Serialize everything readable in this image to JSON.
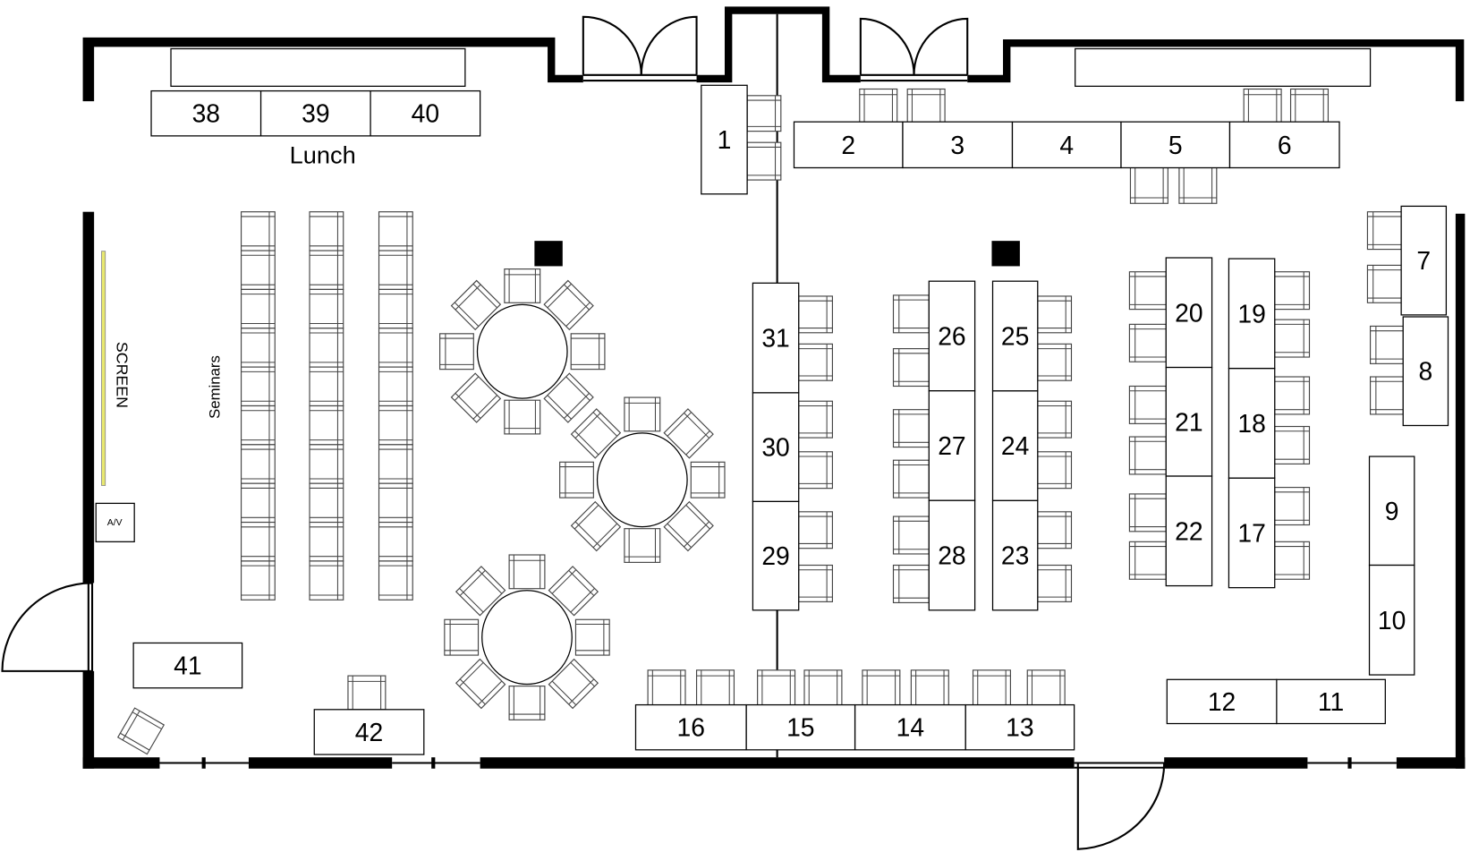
{
  "title": "Event floor plan",
  "labels": {
    "lunch": "Lunch",
    "seminars": "Seminars",
    "screen": "SCREEN",
    "av": "A/V"
  },
  "tables": [
    "1",
    "2",
    "3",
    "4",
    "5",
    "6",
    "7",
    "8",
    "9",
    "10",
    "11",
    "12",
    "13",
    "14",
    "15",
    "16",
    "17",
    "18",
    "19",
    "20",
    "21",
    "22",
    "23",
    "24",
    "25",
    "26",
    "27",
    "28",
    "29",
    "30",
    "31",
    "38",
    "39",
    "40",
    "41",
    "42"
  ],
  "colors": {
    "wall": "#000000",
    "screen": "#e8e870"
  }
}
